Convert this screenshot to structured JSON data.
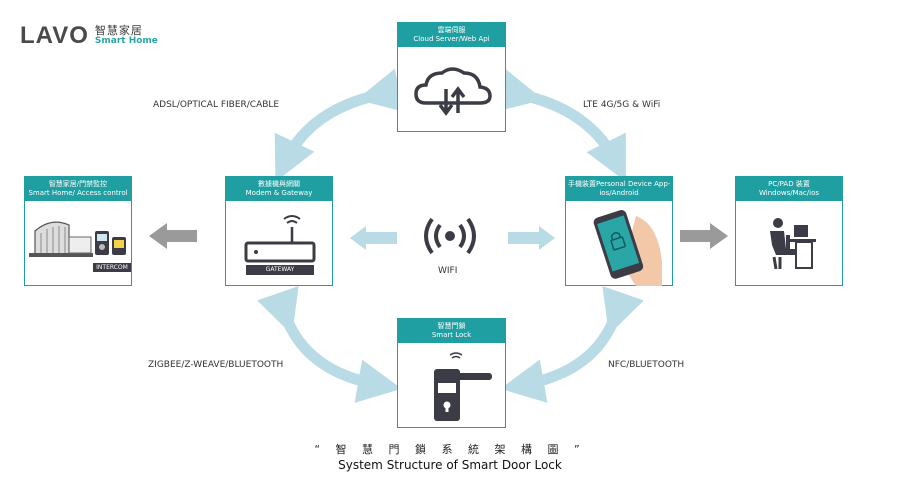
{
  "logo": {
    "word": "LAVO",
    "cn": "智慧家居",
    "en": "Smart Home"
  },
  "nodes": {
    "cloud": {
      "title_cn": "雲端伺服",
      "title_en": "Cloud Server/Web Api"
    },
    "smarthome": {
      "title_cn": "智慧家居/門禁監控",
      "title_en": "Smart Home/ Access control",
      "intercom_label": "INTERCOM"
    },
    "modem": {
      "title_cn": "數據機與網關",
      "title_en": "Modem & Gateway",
      "device_label": "GATEWAY"
    },
    "mobile": {
      "title_cn": "手機裝置Personal Device App-",
      "title_en": "ios/Android"
    },
    "pc": {
      "title_cn": "PC/PAD 裝置",
      "title_en": "Windows/Mac/ios"
    },
    "lock": {
      "title_cn": "智慧門鎖",
      "title_en": "Smart Lock"
    }
  },
  "links": {
    "top_left": "ADSL/OPTICAL FIBER/CABLE",
    "top_right": "LTE 4G/5G & WiFi",
    "bottom_left": "ZIGBEE/Z-WEAVE/BLUETOOTH",
    "bottom_right": "NFC/BLUETOOTH",
    "center": "WIFI"
  },
  "caption": {
    "cn": "“ 智 慧 門 鎖 系 統 架 構 圖 ”",
    "en": "System Structure of Smart Door Lock"
  },
  "colors": {
    "teal": "#1f9fa1",
    "arrow_blue": "#b8dbe6",
    "arrow_gray": "#9a9a9a",
    "icon_dark": "#3c3c46"
  }
}
